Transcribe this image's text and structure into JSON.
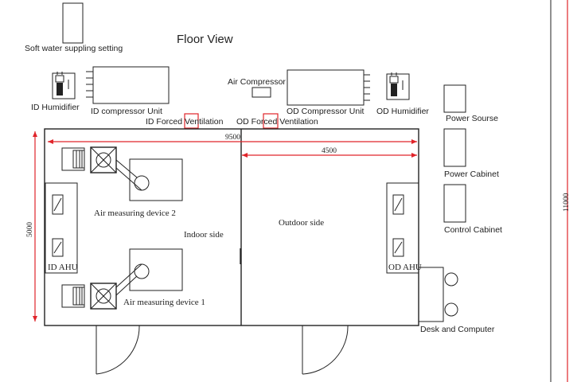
{
  "title": "Floor View",
  "labels": {
    "soft_water": "Soft water suppling setting",
    "air_compressor": "Air Compressor",
    "id_humidifier": "ID Humidifier",
    "id_compressor": "ID compressor Unit",
    "od_compressor": "OD Compressor Unit",
    "od_humidifier": "OD Humidifier",
    "id_forced_ventilation": "ID Forced Ventilation",
    "od_forced_ventilation": "OD Forced Ventilation",
    "power_source": "Power Sourse",
    "power_cabinet": "Power Cabinet",
    "control_cabinet": "Control Cabinet",
    "air_measuring_2": "Air measuring device 2",
    "air_measuring_1": "Air measuring device 1",
    "indoor_side": "Indoor side",
    "outdoor_side": "Outdoor side",
    "id_ahu": "ID AHU",
    "od_ahu": "OD AHU",
    "desk_computer": "Desk and Computer"
  },
  "dimensions": {
    "total_width": "9500",
    "outdoor_width": "4500",
    "room_depth": "5000",
    "total_length": "11000"
  },
  "colors": {
    "line": "#222222",
    "dimension": "#e0242a"
  }
}
